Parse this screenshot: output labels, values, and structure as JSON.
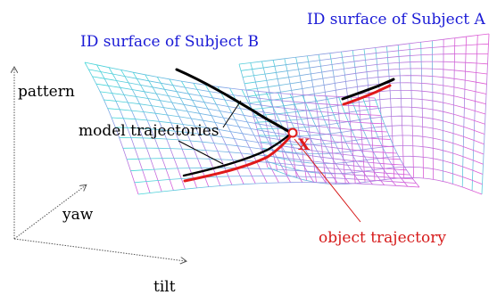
{
  "labels": {
    "surface_a": "ID surface of Subject A",
    "surface_b": "ID surface of Subject B",
    "axis_pattern": "pattern",
    "axis_yaw": "yaw",
    "axis_tilt": "tilt",
    "model_trajectories": "model trajectories",
    "object_trajectory": "object trajectory",
    "intersection_marker": "X"
  },
  "colors": {
    "surface_a_text": "#1a1ad6",
    "surface_b_text": "#1a1ad6",
    "object_trajectory_text": "#d61a1a",
    "model_trajectory_line": "#000000",
    "object_trajectory_line": "#e01a1a",
    "surface_cyan": "#3cd6d6",
    "surface_magenta": "#d84fd8",
    "axis_color": "#555555"
  }
}
